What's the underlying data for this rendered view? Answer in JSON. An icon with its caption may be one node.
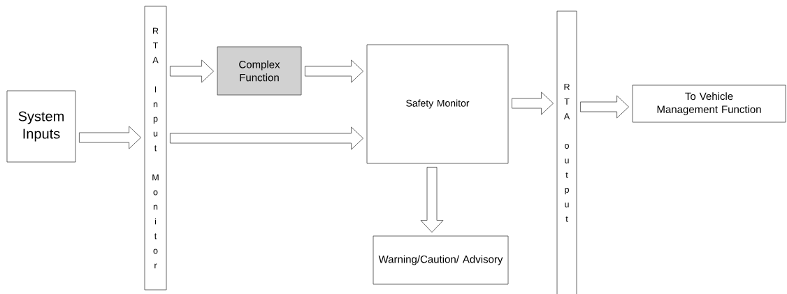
{
  "diagram": {
    "nodes": [
      {
        "text": [
          "System Inputs"
        ]
      },
      {
        "text": [
          "RTA Input Monitor"
        ]
      },
      {
        "text": [
          "Complex Function"
        ]
      },
      {
        "text": [
          "Safety Monitor"
        ]
      },
      {
        "text": [
          "Warning/Caution/ Advisory"
        ]
      },
      {
        "text": [
          "RTA output"
        ]
      },
      {
        "text": [
          "To Vehicle Management Function"
        ]
      }
    ],
    "edges": [
      {
        "from": 0,
        "to": 1,
        "arrow": "to"
      },
      {
        "from": 1,
        "to": 2,
        "arrow": "to"
      },
      {
        "from": 2,
        "to": 3,
        "arrow": "to"
      },
      {
        "from": 1,
        "to": 3,
        "arrow": "to"
      },
      {
        "from": 3,
        "to": 4,
        "arrow": "to"
      },
      {
        "from": 3,
        "to": 5,
        "arrow": "to"
      },
      {
        "from": 5,
        "to": 6,
        "arrow": "to"
      }
    ]
  }
}
